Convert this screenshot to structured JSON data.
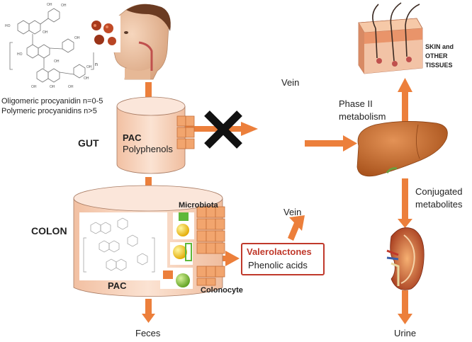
{
  "structure_labels": {
    "oligomeric": "Oligomeric procyanidin n=0-5",
    "polymeric": "Polymeric procyanidins n>5",
    "subscript_n": "n"
  },
  "compartments": {
    "gut": "GUT",
    "colon": "COLON"
  },
  "gut_contents": {
    "pac": "PAC",
    "polyphenols": "Polyphenols"
  },
  "colon_contents": {
    "microbiota": "Microbiota",
    "pac": "PAC",
    "colonocyte": "Colonocyte"
  },
  "metabolites": {
    "valerolactones": "Valerolactones",
    "phenolic_acids": "Phenolic acids"
  },
  "routes": {
    "vein_top": "Vein",
    "vein_mid": "Vein",
    "phase2_line1": "Phase II",
    "phase2_line2": "metabolism",
    "conjugated_line1": "Conjugated",
    "conjugated_line2": "metabolites",
    "skin_line1": "SKIN and",
    "skin_line2": "OTHER",
    "skin_line3": "TISSUES"
  },
  "outputs": {
    "feces": "Feces",
    "urine": "Urine"
  },
  "colors": {
    "arrow": "#ec7f3b",
    "cylinder_fill": "#f9d9c5",
    "cylinder_stroke": "#a87b63",
    "valerolactones_text": "#c0392b",
    "liver": "#c8692a",
    "cross": "#111111"
  }
}
